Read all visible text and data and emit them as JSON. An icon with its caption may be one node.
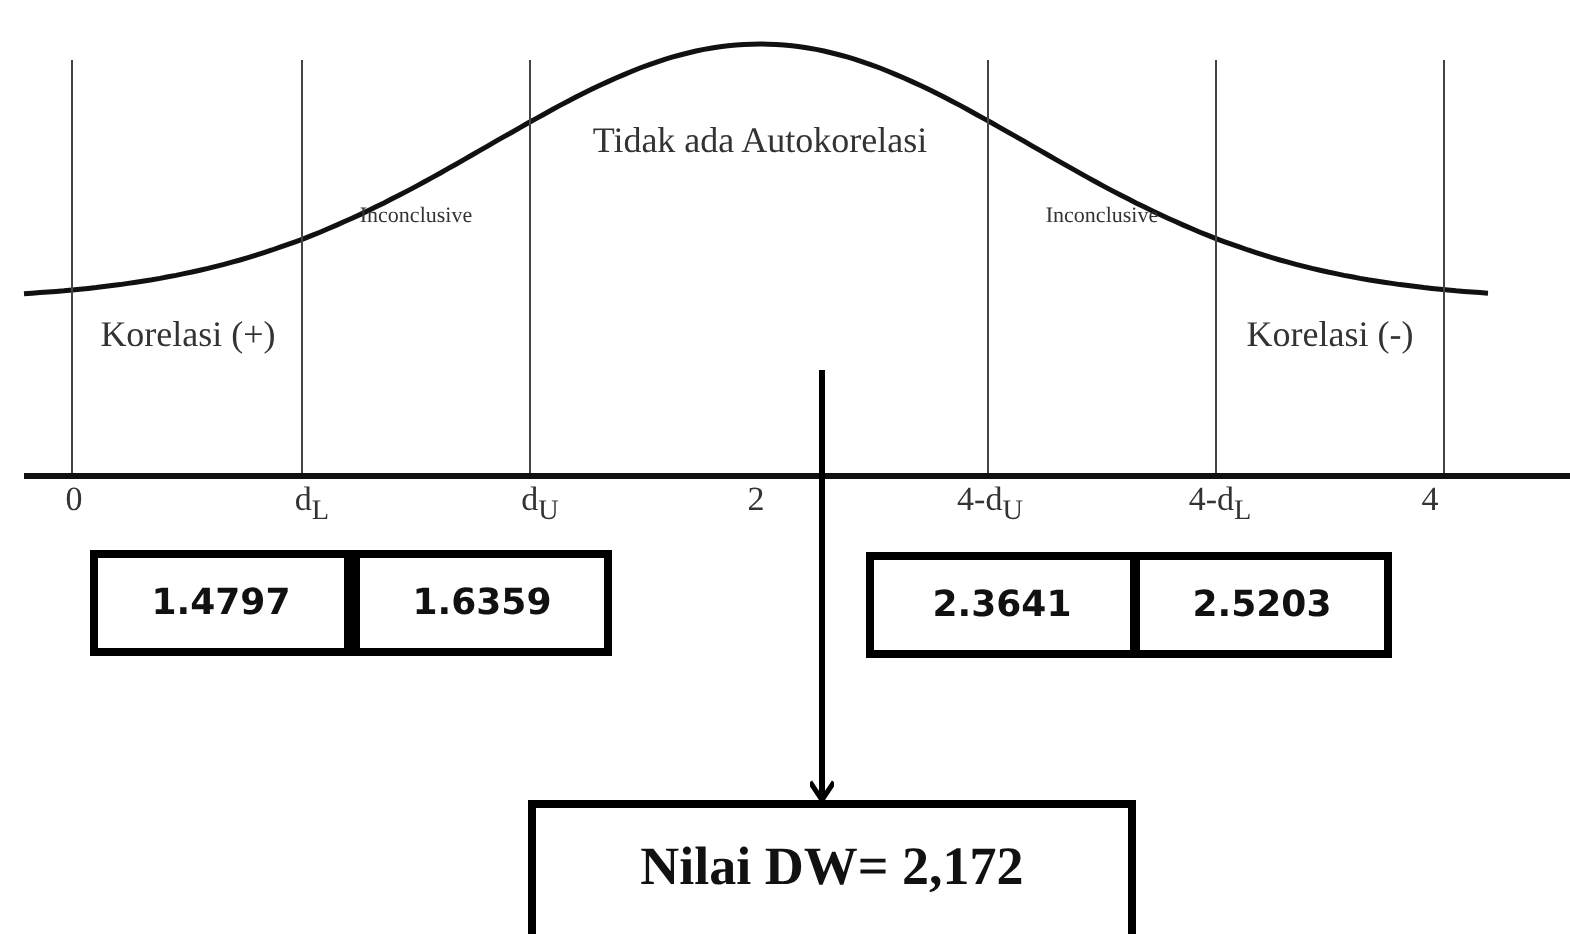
{
  "diagram": {
    "nodes": [
      {
        "text": [
          "1.4797"
        ]
      },
      {
        "text": [
          "1.6359"
        ]
      },
      {
        "text": [
          "2.3641"
        ]
      },
      {
        "text": [
          "2.5203"
        ]
      },
      {
        "text": [
          "Nilai DW= 2,172"
        ]
      }
    ],
    "edges": [
      {
        "from": null,
        "to": 4,
        "arrow": "to"
      }
    ],
    "labels": [
      "Tidak ada Autokorelasi",
      "Inconclusive",
      "Inconclusive",
      "Korelasi (+)",
      "Korelasi (-)",
      "0",
      "d$_{L}$",
      "d$_{U}$",
      "2",
      "4-d$_{U}$",
      "4-d$_{L}$",
      "4"
    ]
  }
}
